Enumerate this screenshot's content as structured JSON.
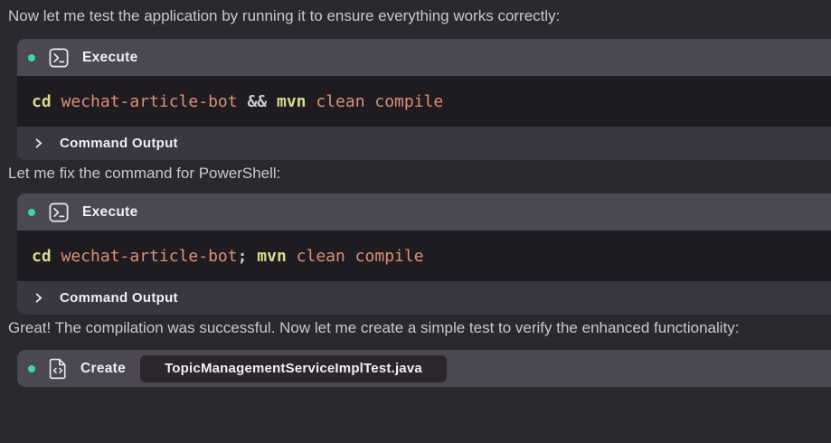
{
  "colors": {
    "page-bg": "#2b292d",
    "header-bg": "#4b4851",
    "code-bg": "#1e1c20",
    "output-bg": "#39373f",
    "pill-bg": "#2a262c",
    "accent-green": "#3fd6a5",
    "prose-text": "#c9c8ca",
    "bright-text": "#f1f0f2",
    "token-command": "#d8dc91",
    "token-arg": "#dd9179",
    "token-operator": "#c9c9cd"
  },
  "icons": {
    "execute": "terminal-icon",
    "create": "file-code-icon",
    "output_toggle": "chevron-right-icon",
    "status": "status-dot"
  },
  "paragraphs": {
    "intro": "Now let me test the application by running it to ensure everything works correctly:",
    "fix": "Let me fix the command for PowerShell:",
    "success": "Great! The compilation was successful. Now let me create a simple test to verify the enhanced functionality:"
  },
  "blocks": [
    {
      "label": "Execute",
      "output_label": "Command Output",
      "command": "cd wechat-article-bot && mvn clean compile",
      "command_tokens": [
        {
          "text": "cd",
          "type": "command"
        },
        {
          "text": " ",
          "type": "plain"
        },
        {
          "text": "wechat-article-bot",
          "type": "arg"
        },
        {
          "text": " ",
          "type": "plain"
        },
        {
          "text": "&&",
          "type": "operator"
        },
        {
          "text": " ",
          "type": "plain"
        },
        {
          "text": "mvn",
          "type": "command"
        },
        {
          "text": " ",
          "type": "plain"
        },
        {
          "text": "clean compile",
          "type": "arg"
        }
      ]
    },
    {
      "label": "Execute",
      "output_label": "Command Output",
      "command": "cd wechat-article-bot; mvn clean compile",
      "command_tokens": [
        {
          "text": "cd",
          "type": "command"
        },
        {
          "text": " ",
          "type": "plain"
        },
        {
          "text": "wechat-article-bot",
          "type": "arg"
        },
        {
          "text": ";",
          "type": "operator"
        },
        {
          "text": " ",
          "type": "plain"
        },
        {
          "text": "mvn",
          "type": "command"
        },
        {
          "text": " ",
          "type": "plain"
        },
        {
          "text": "clean compile",
          "type": "arg"
        }
      ]
    },
    {
      "label": "Create",
      "filename": "TopicManagementServiceImplTest.java"
    }
  ]
}
